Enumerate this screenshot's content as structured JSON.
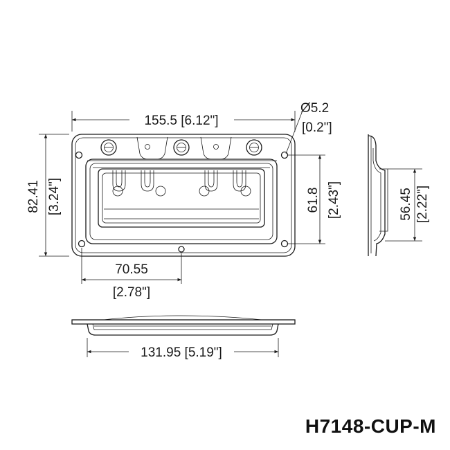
{
  "part_number": "H7148-CUP-M",
  "dimensions": {
    "overall_width": "155.5 [6.12\"]",
    "hole_diameter_mm": "Ø5.2",
    "hole_diameter_in": "[0.2\"]",
    "overall_height_mm": "82.41",
    "overall_height_in": "[3.24\"]",
    "hole_spacing_mm": "61.8",
    "hole_spacing_in": "[2.43\"]",
    "center_offset_mm": "70.55",
    "center_offset_in": "[2.78\"]",
    "cup_depth_mm": "56.45",
    "cup_depth_in": "[2.22\"]",
    "cup_width": "131.95 [5.19\"]"
  },
  "colors": {
    "line": "#1a1a1a",
    "background": "#ffffff"
  }
}
